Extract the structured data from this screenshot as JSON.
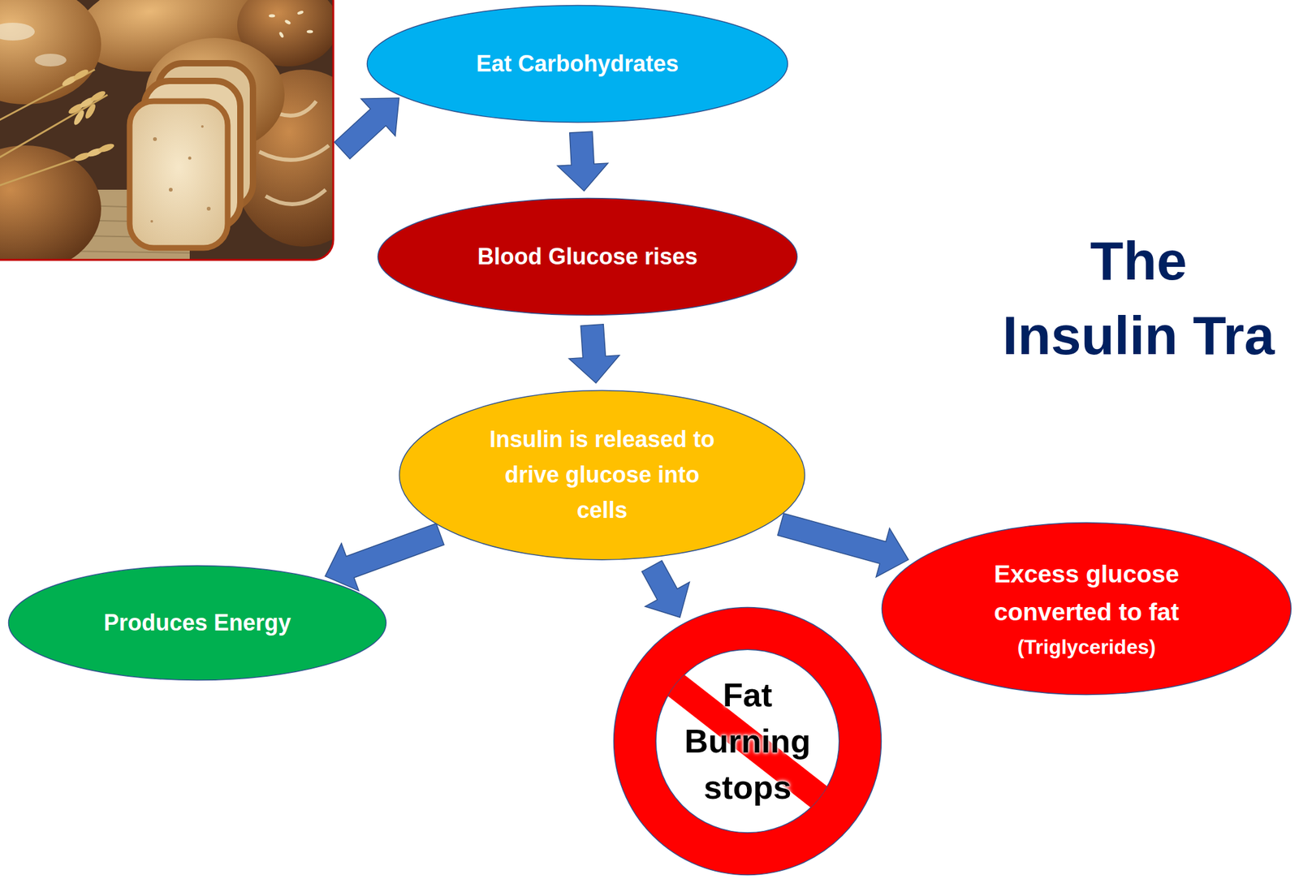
{
  "diagram": {
    "title": "The Insulin Tra",
    "nodes": [
      {
        "text": [
          "Eat Carbohydrates"
        ]
      },
      {
        "text": [
          "Blood Glucose rises"
        ]
      },
      {
        "text": [
          "Insulin is released to drive glucose into cells"
        ]
      },
      {
        "text": [
          "Produces Energy"
        ]
      },
      {
        "text": [
          "Fat Burning stops"
        ]
      },
      {
        "text": [
          "Excess glucose converted to fat",
          "(Triglycerides)"
        ]
      }
    ],
    "edges": [
      {
        "from": 0,
        "to": 1,
        "arrow": "to"
      },
      {
        "from": 1,
        "to": 2,
        "arrow": "to"
      },
      {
        "from": 2,
        "to": 3,
        "arrow": "to"
      },
      {
        "from": 2,
        "to": 4,
        "arrow": "to"
      },
      {
        "from": 2,
        "to": 5,
        "arrow": "to"
      }
    ]
  }
}
